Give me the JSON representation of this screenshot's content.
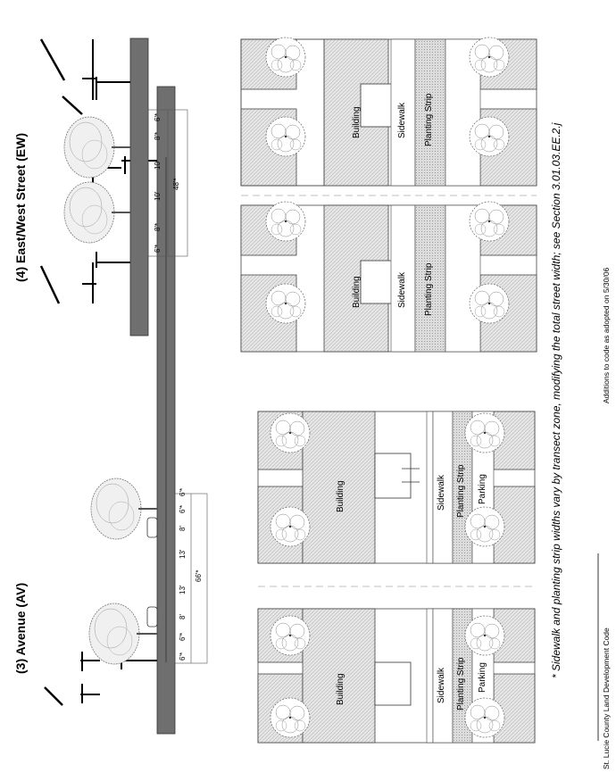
{
  "sections": {
    "avenue": {
      "title": "(3)   Avenue  (AV)",
      "dims": [
        "6'*",
        "6'*",
        "8'",
        "13'",
        "13'",
        "8'",
        "6'*",
        "6'*"
      ],
      "total": "66'*",
      "labels": {
        "building": "Building",
        "sidewalk": "Sidewalk",
        "planting": "Planting Strip",
        "parking": "Parking"
      }
    },
    "eastwest": {
      "title": "(4)   East/West Street  (EW)",
      "dims": [
        "6'*",
        "8'*",
        "10'",
        "10'",
        "8'*",
        "6'*"
      ],
      "total": "48'*",
      "labels": {
        "building": "Building",
        "sidewalk": "Sidewalk",
        "planting": "Planting Strip"
      }
    }
  },
  "footnote": "* Sidewalk and planting strip widths vary by transect zone, modifying the total street width; see Section 3.01.03.EE.2.j",
  "footer": {
    "left": "St. Lucie County Land Development Code",
    "right": "Additions to code as adopted on 5/30/06"
  }
}
